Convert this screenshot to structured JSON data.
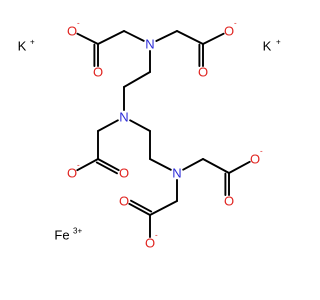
{
  "colors": {
    "bond": "#000000",
    "oxygen": "#e0231f",
    "nitrogen": "#2d2dd8",
    "carbon": "#000000",
    "ions": "#000000"
  },
  "atoms": {
    "n_top": "N",
    "n_mid": "N",
    "n_low": "N",
    "o_carbonyl": "O",
    "o_anion": "O",
    "anion_charge": "-"
  },
  "counterions": {
    "k_left": "K",
    "k_left_charge": "+",
    "k_right": "K",
    "k_right_charge": "+",
    "fe": "Fe",
    "fe_charge": "3+"
  }
}
